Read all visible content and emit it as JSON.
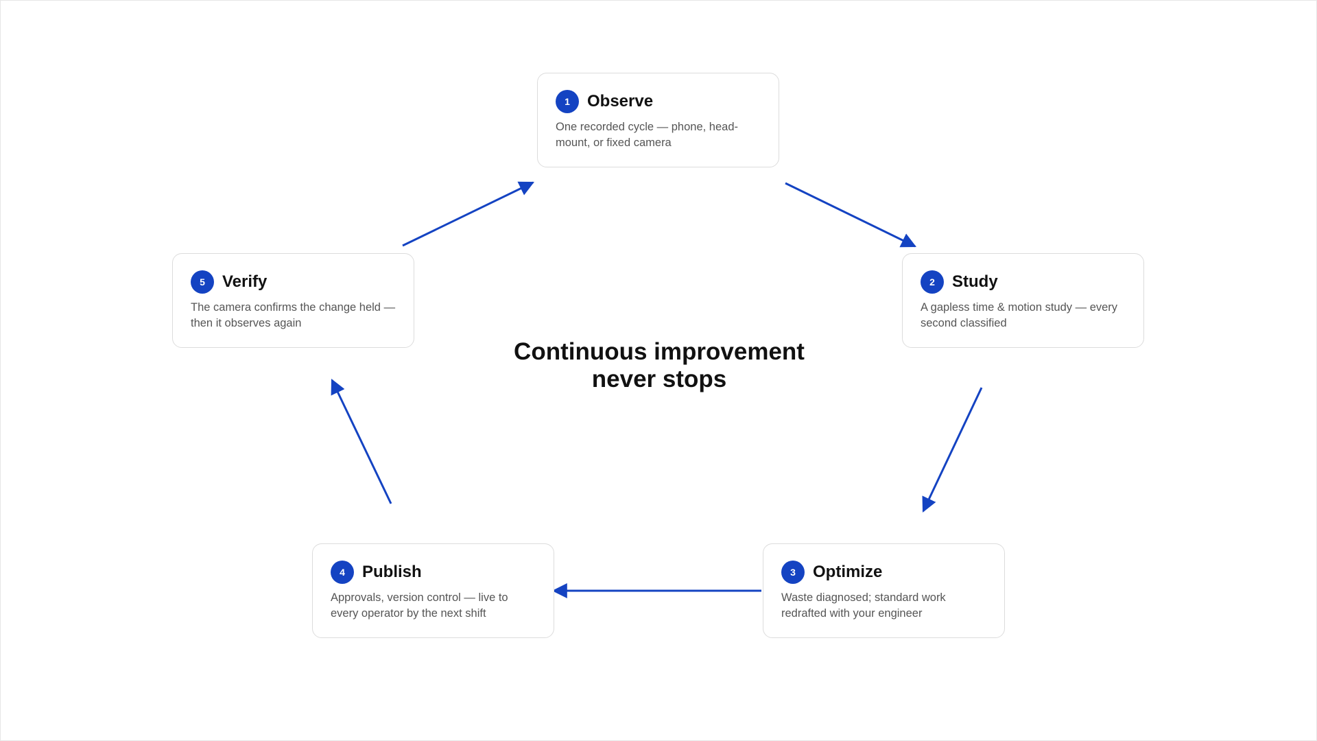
{
  "diagram": {
    "center_title": "Continuous improvement\nnever stops",
    "accent_color": "#1443c2",
    "steps": [
      {
        "number": "1",
        "title": "Observe",
        "description": "One recorded cycle — phone, head-mount, or fixed camera"
      },
      {
        "number": "2",
        "title": "Study",
        "description": "A gapless time & motion study — every second classified"
      },
      {
        "number": "3",
        "title": "Optimize",
        "description": "Waste diagnosed; standard work redrafted with your engineer"
      },
      {
        "number": "4",
        "title": "Publish",
        "description": "Approvals, version control — live to every operator by the next shift"
      },
      {
        "number": "5",
        "title": "Verify",
        "description": "The camera confirms the change held — then it observes again"
      }
    ],
    "flow": [
      {
        "from": "Observe",
        "to": "Study"
      },
      {
        "from": "Study",
        "to": "Optimize"
      },
      {
        "from": "Optimize",
        "to": "Publish"
      },
      {
        "from": "Publish",
        "to": "Verify"
      },
      {
        "from": "Verify",
        "to": "Observe"
      }
    ]
  }
}
